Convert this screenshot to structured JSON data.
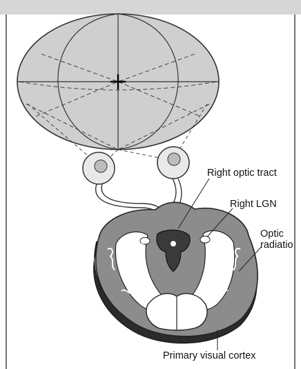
{
  "labels": {
    "right_optic_tract": "Right optic tract",
    "right_lgn": "Right LGN",
    "optic_radiation_line1": "Optic",
    "optic_radiation_line2": "radiatio",
    "primary_visual_cortex": "Primary visual cortex"
  },
  "colors": {
    "visual_field_fill": "#cfcfcf",
    "cortex_gray": "#8c8c8c",
    "section_edge": "#2b2b2b",
    "header_strip": "#d6d6d6",
    "outline": "#222222"
  }
}
